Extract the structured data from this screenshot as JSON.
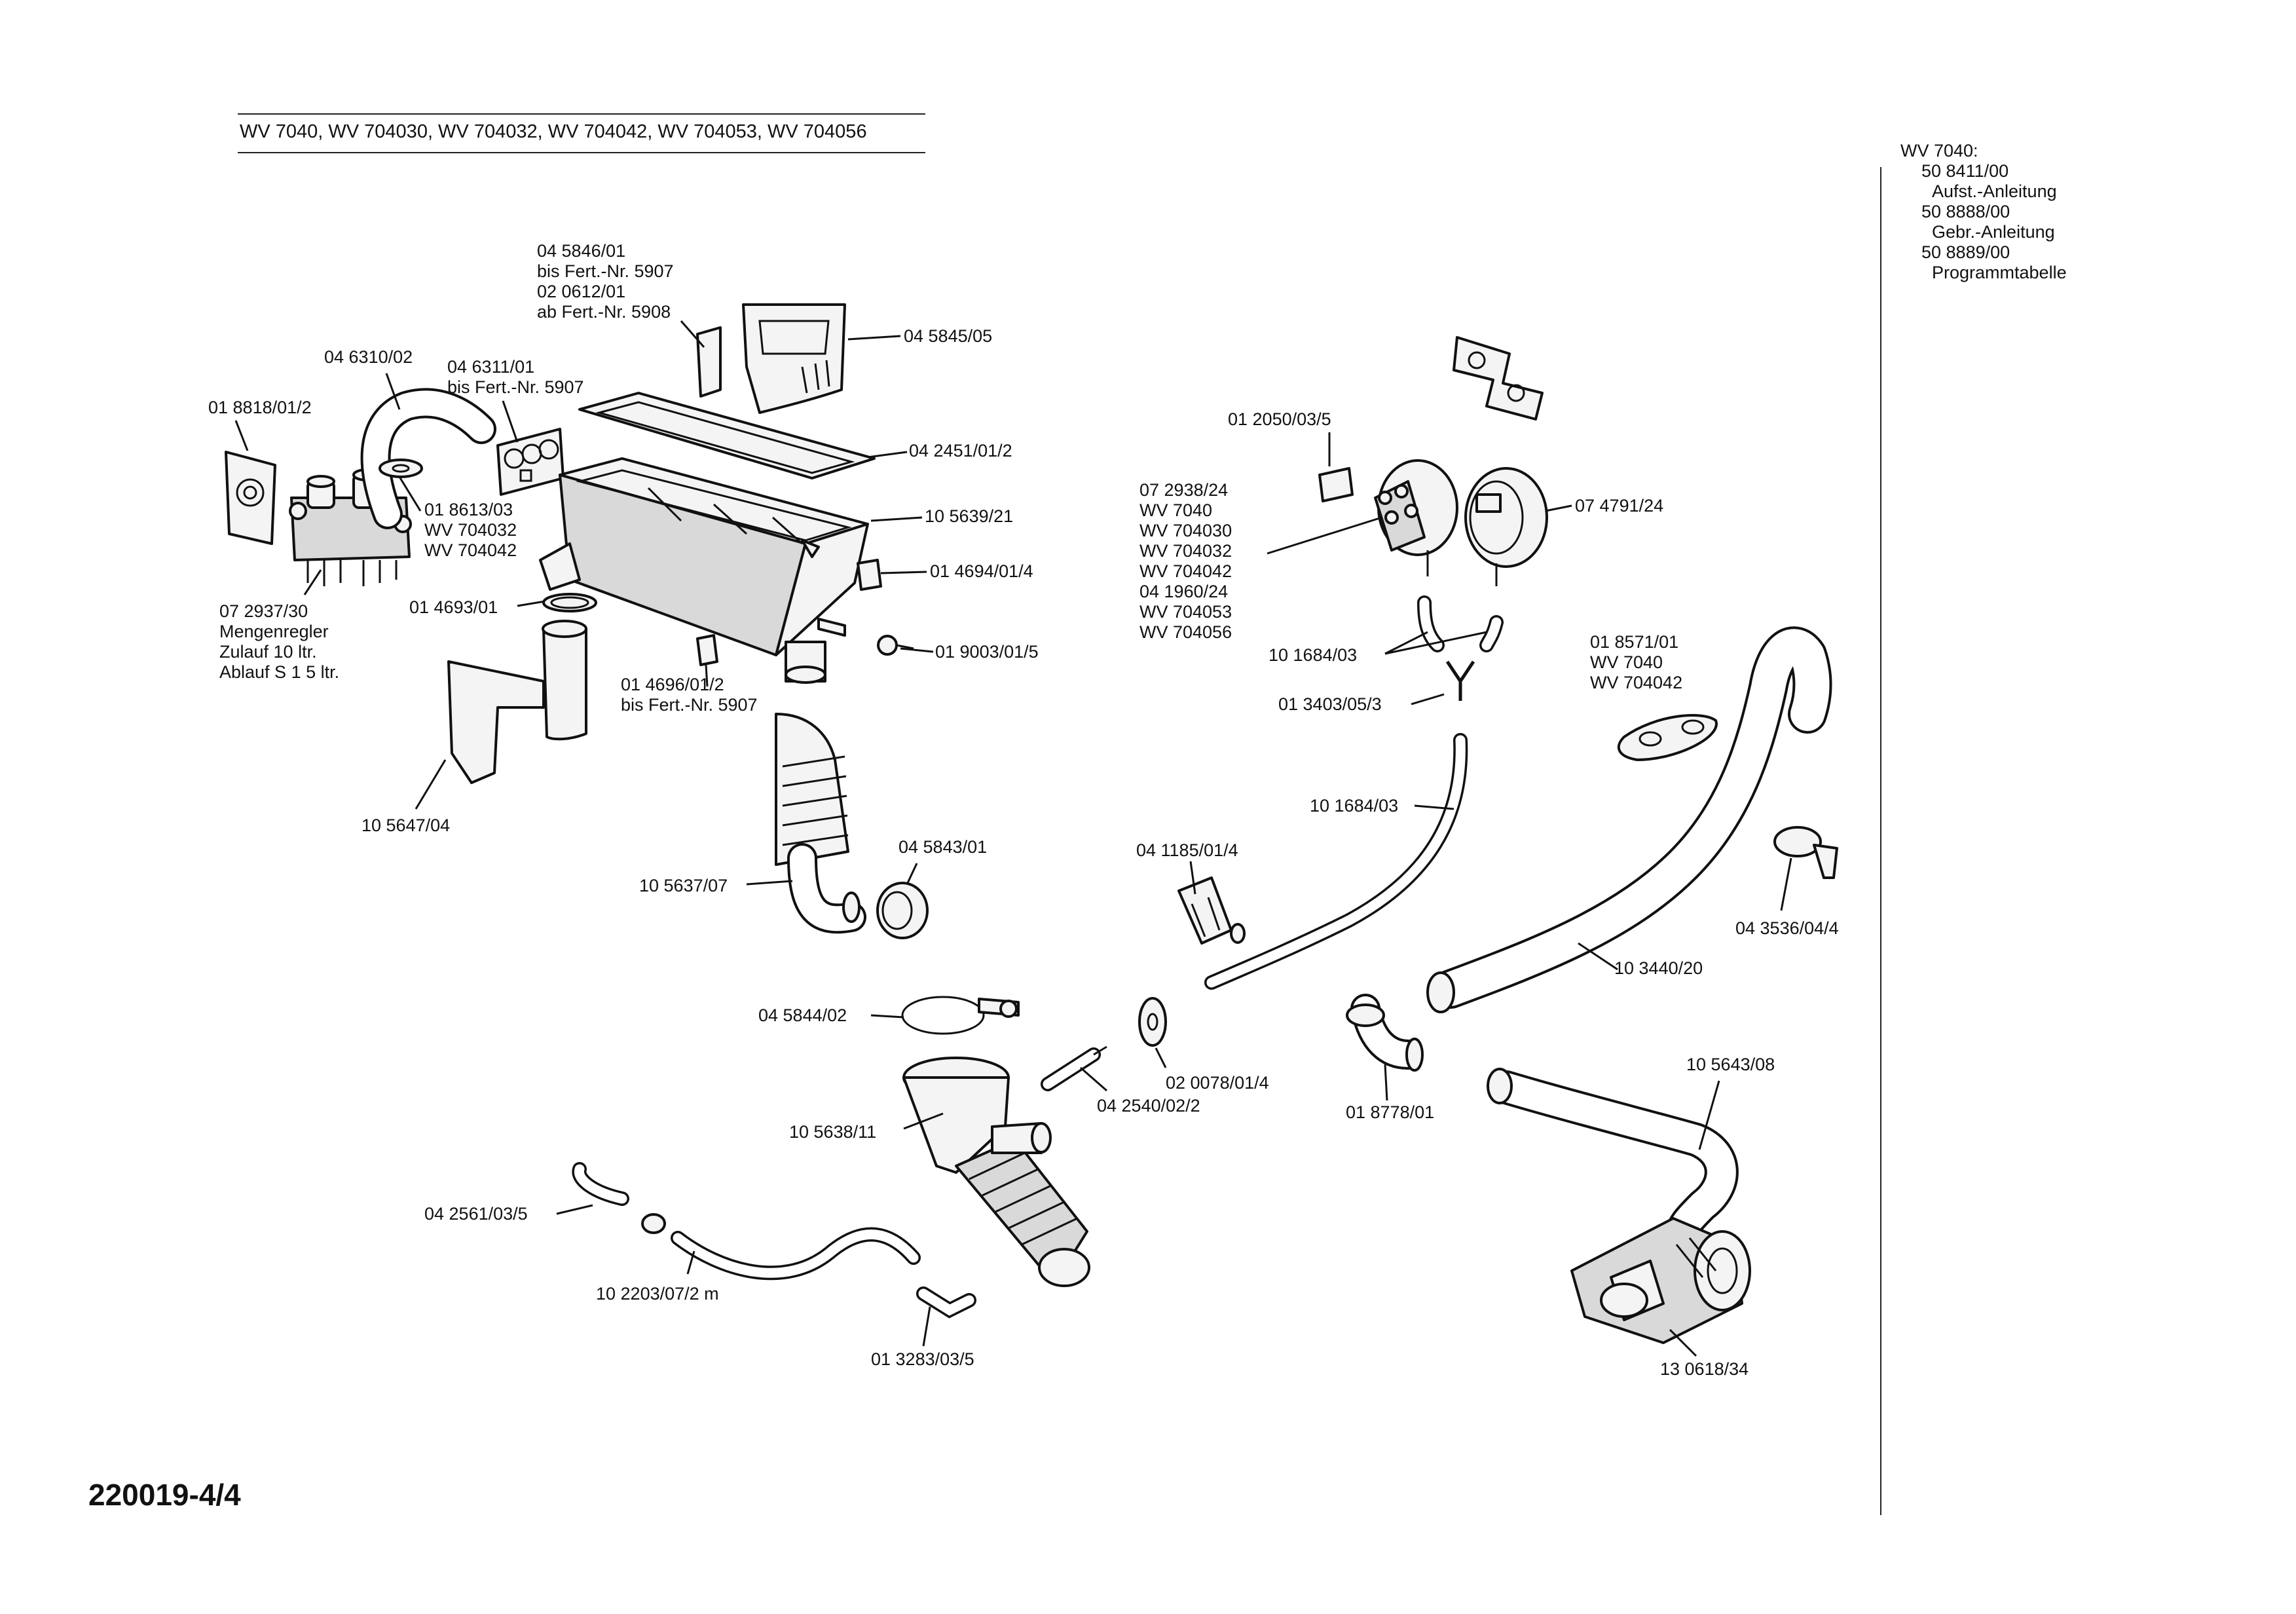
{
  "header": {
    "models": "WV 7040, WV 704030, WV 704032, WV 704042, WV 704053, WV 704056"
  },
  "side_info": {
    "heading": "WV 7040:",
    "docs": [
      {
        "number": "50 8411/00",
        "desc": "Aufst.-Anleitung"
      },
      {
        "number": "50 8888/00",
        "desc": "Gebr.-Anleitung"
      },
      {
        "number": "50 8889/00",
        "desc": "Programmtabelle"
      }
    ]
  },
  "drawing_number": "220019-4/4",
  "labels": {
    "p045846": "04 5846/01\nbis Fert.-Nr. 5907\n02 0612/01\nab Fert.-Nr. 5908",
    "p045845": "04 5845/05",
    "p046310": "04 6310/02",
    "p046311": "04 6311/01\nbis Fert.-Nr. 5907",
    "p018818": "01 8818/01/2",
    "p042451": "04 2451/01/2",
    "p018613": "01 8613/03\nWV 704032\nWV 704042",
    "p105639": "10 5639/21",
    "p014694": "01 4694/01/4",
    "p072937": "07 2937/30\nMengenregler\nZulauf 10 ltr.\nAblauf S 1 5 ltr.",
    "p014693": "01 4693/01",
    "p019003": "01 9003/01/5",
    "p014696": "01 4696/01/2\nbis Fert.-Nr. 5907",
    "p105647": "10 5647/04",
    "p045843": "04 5843/01",
    "p105637": "10 5637/07",
    "p045844": "04 5844/02",
    "p105638": "10 5638/11",
    "p042540": "04 2540/02/2",
    "p020078": "02 0078/01/4",
    "p042561": "04 2561/03/5",
    "p102203": "10 2203/07/2 m",
    "p013283": "01 3283/03/5",
    "p012050": "01 2050/03/5",
    "p072938": "07 2938/24\nWV 7040\nWV 704030\nWV 704032\nWV 704042\n04 1960/24\nWV 704053\nWV 704056",
    "p074791": "07 4791/24",
    "p101684a": "10 1684/03",
    "p013403": "01 3403/05/3",
    "p101684b": "10 1684/03",
    "p041185": "04 1185/01/4",
    "p018571": "01 8571/01\nWV 7040\nWV 704042",
    "p043536": "04 3536/04/4",
    "p103440": "10 3440/20",
    "p018778": "01 8778/01",
    "p105643": "10 5643/08",
    "p130618": "13 0618/34"
  }
}
